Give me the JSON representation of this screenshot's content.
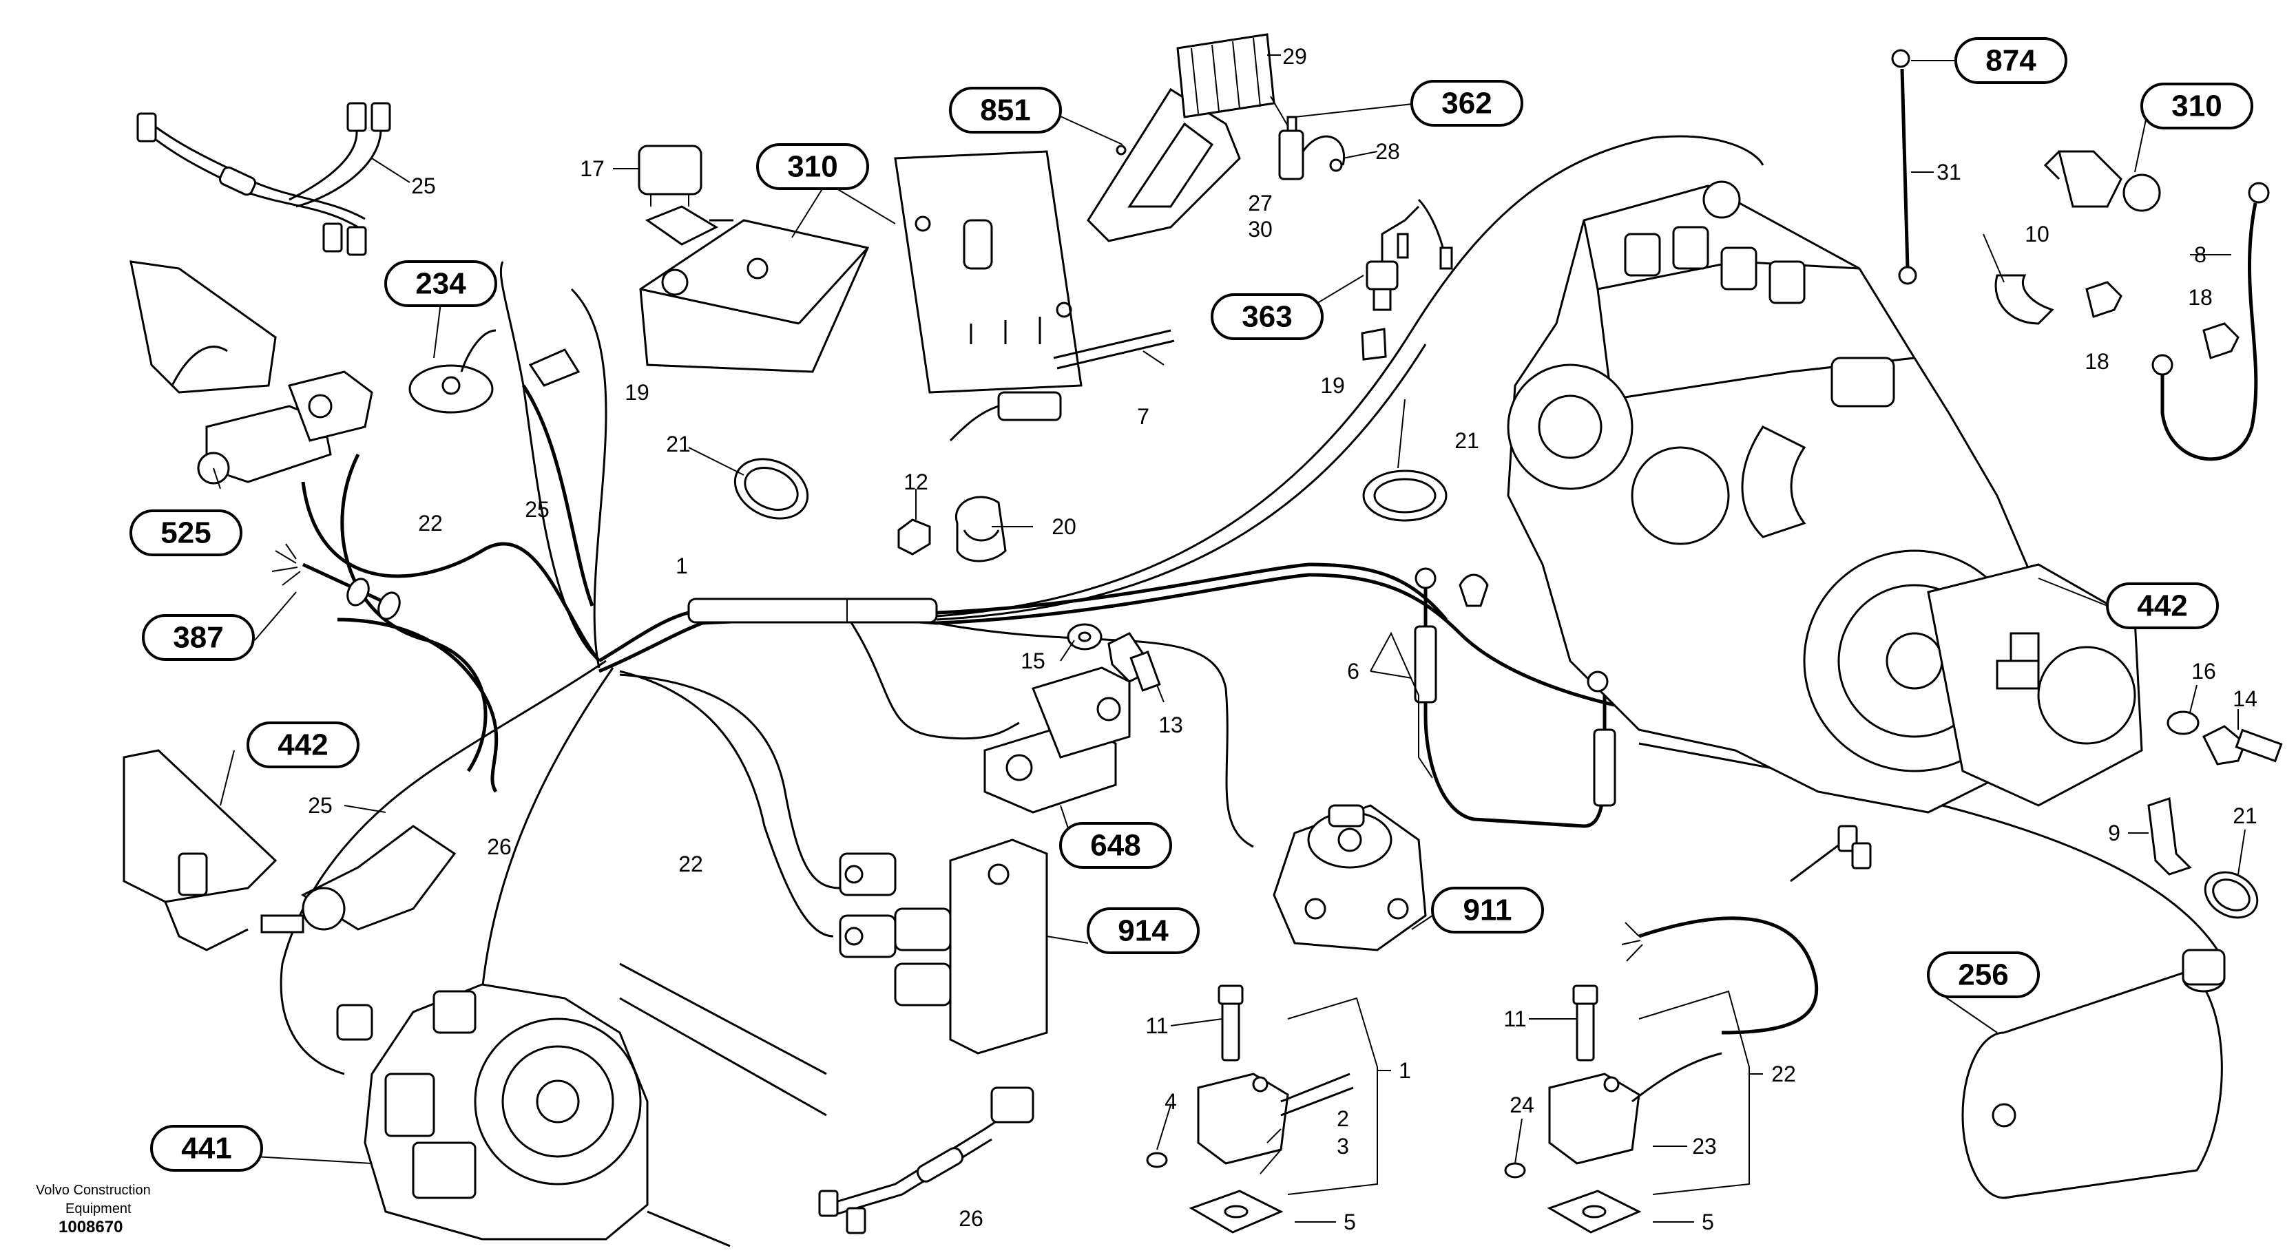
{
  "document": {
    "publisher_line1": "Volvo Construction",
    "publisher_line2": "Equipment",
    "drawing_number": "1008670"
  },
  "callouts": {
    "c851": "851",
    "c310a": "310",
    "c362": "362",
    "c874": "874",
    "c310b": "310",
    "c234": "234",
    "c363": "363",
    "c525": "525",
    "c387": "387",
    "c442a": "442",
    "c442b": "442",
    "c648": "648",
    "c914": "914",
    "c911": "911",
    "c441": "441",
    "c256": "256"
  },
  "item_numbers": {
    "n25a": "25",
    "n17": "17",
    "n29": "29",
    "n28": "28",
    "n27": "27",
    "n30": "30",
    "n31": "31",
    "n10": "10",
    "n8": "8",
    "n18a": "18",
    "n18b": "18",
    "n19a": "19",
    "n19b": "19",
    "n7": "7",
    "n21a": "21",
    "n21b": "21",
    "n12": "12",
    "n20": "20",
    "n1a": "1",
    "n22a": "22",
    "n25b": "25",
    "n15": "15",
    "n13": "13",
    "n6": "6",
    "n16": "16",
    "n14": "14",
    "n9": "9",
    "n21c": "21",
    "n25c": "25",
    "n26a": "26",
    "n22b": "22",
    "n11a": "11",
    "n4": "4",
    "n2": "2",
    "n3": "3",
    "n1b": "1",
    "n5a": "5",
    "n26b": "26",
    "n11b": "11",
    "n24": "24",
    "n23": "23",
    "n22c": "22",
    "n5b": "5"
  }
}
